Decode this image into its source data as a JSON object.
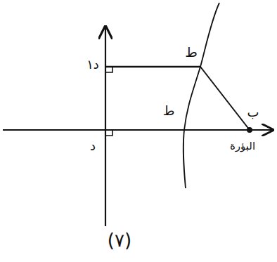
{
  "diagram": {
    "labels": [
      "ط",
      "د١",
      "ط",
      "د",
      "ب",
      "البؤرة",
      "(٧)"
    ]
  }
}
